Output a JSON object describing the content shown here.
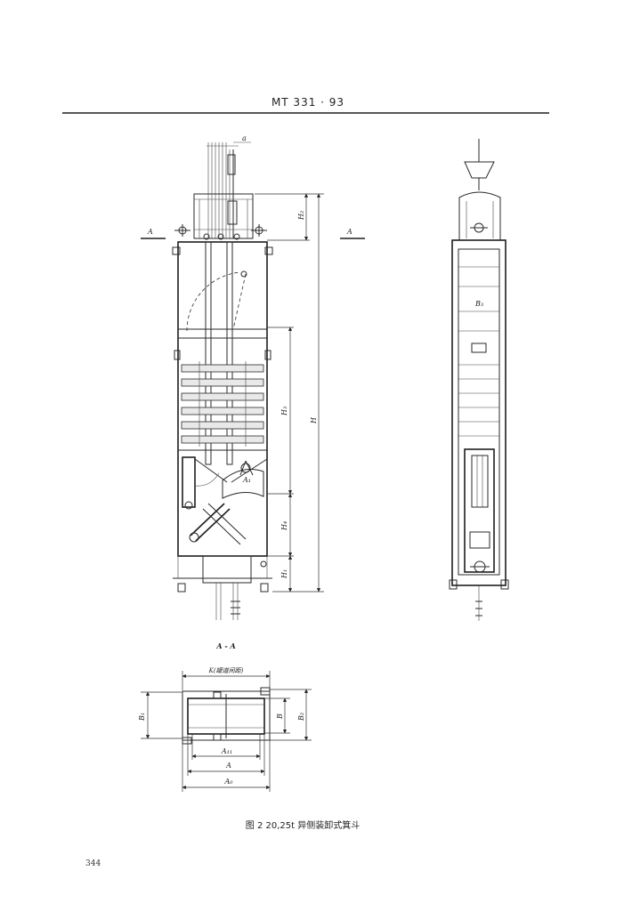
{
  "header": {
    "code": "MT 331 · 93"
  },
  "figure": {
    "elevation": {
      "top_mark": "a",
      "section_left": "A",
      "section_right": "A",
      "dim_h2": "H₂",
      "dim_h": "H",
      "dim_h3": "H₃",
      "dim_h4": "H₄",
      "dim_h1": "H₁",
      "swing_label": "A₁"
    },
    "side_view": {
      "dim_b3": "B₃"
    },
    "section": {
      "title": "A - A",
      "dim_k": "K(罐道间距)",
      "dim_b1": "B₁",
      "dim_b": "B",
      "dim_b2": "B₂",
      "dim_a11": "A₁₁",
      "dim_a": "A",
      "dim_a0": "A₀"
    },
    "caption": "图 2   20,25t 异侧装卸式箕斗"
  },
  "page_number": "344"
}
